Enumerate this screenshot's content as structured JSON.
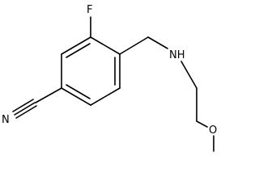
{
  "molecule": {
    "atoms": {
      "fluorine": "F",
      "nitrogen_nitrile": "N",
      "amine": "NH",
      "oxygen": "O"
    },
    "colors": {
      "bond": "#000000",
      "label": "#000000",
      "background": "#ffffff"
    }
  }
}
